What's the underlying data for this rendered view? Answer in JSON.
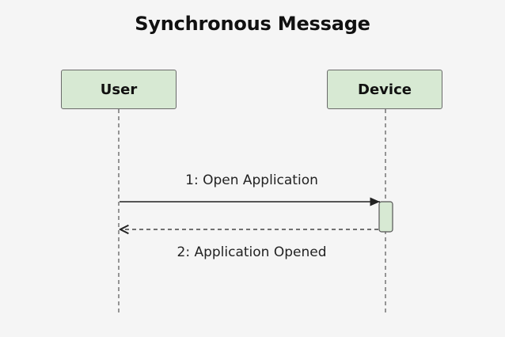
{
  "title": "Synchronous Message",
  "participants": [
    {
      "label": "User"
    },
    {
      "label": "Device"
    }
  ],
  "messages": [
    {
      "label": "1: Open Application",
      "from": "User",
      "to": "Device",
      "style": "solid"
    },
    {
      "label": "2: Application Opened",
      "from": "Device",
      "to": "User",
      "style": "dashed"
    }
  ],
  "colors": {
    "background": "#f5f5f5",
    "participant_fill": "#d7e9d3",
    "participant_border": "#6a6a6a",
    "line": "#333333"
  }
}
